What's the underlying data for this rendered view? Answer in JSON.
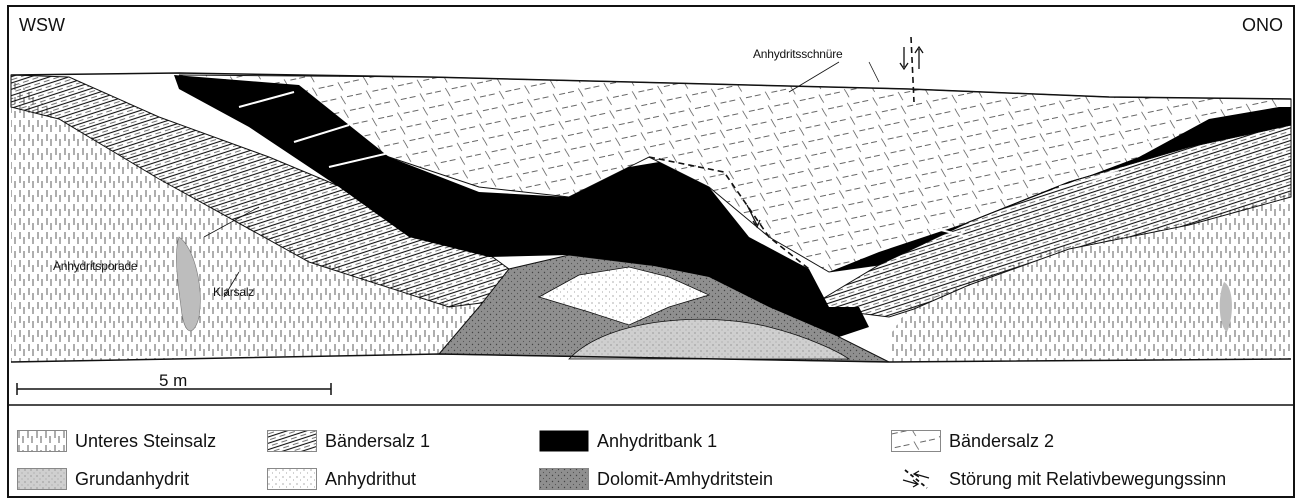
{
  "orientation": {
    "left": "WSW",
    "right": "ONO"
  },
  "annotations": {
    "anhydritschnuere": "Anhydritsschnüre",
    "anhydritsporade": "Anhydritsporade",
    "klarsalz": "Klarsalz"
  },
  "scale": {
    "label": "5 m"
  },
  "legend": [
    {
      "label": "Unteres Steinsalz",
      "pattern": "vertical-lines"
    },
    {
      "label": "Bändersalz 1",
      "pattern": "dense-diagonal-bands"
    },
    {
      "label": "Anhydritbank 1",
      "pattern": "solid-black"
    },
    {
      "label": "Bändersalz 2",
      "pattern": "sparse-diagonal-dashes"
    },
    {
      "label": "Grundanhydrit",
      "pattern": "light-grey-dotted"
    },
    {
      "label": "Anhydrithut",
      "pattern": "white-dotted"
    },
    {
      "label": "Dolomit-Amhydritstein",
      "pattern": "dark-grey-dotted"
    },
    {
      "label": "Störung mit Relativbewegungssinn",
      "pattern": "fault-arrows-icon"
    }
  ],
  "colors": {
    "black": "#000000",
    "dark_grey": "#8f8f8f",
    "light_grey": "#c9c9c9",
    "line": "#111111"
  }
}
